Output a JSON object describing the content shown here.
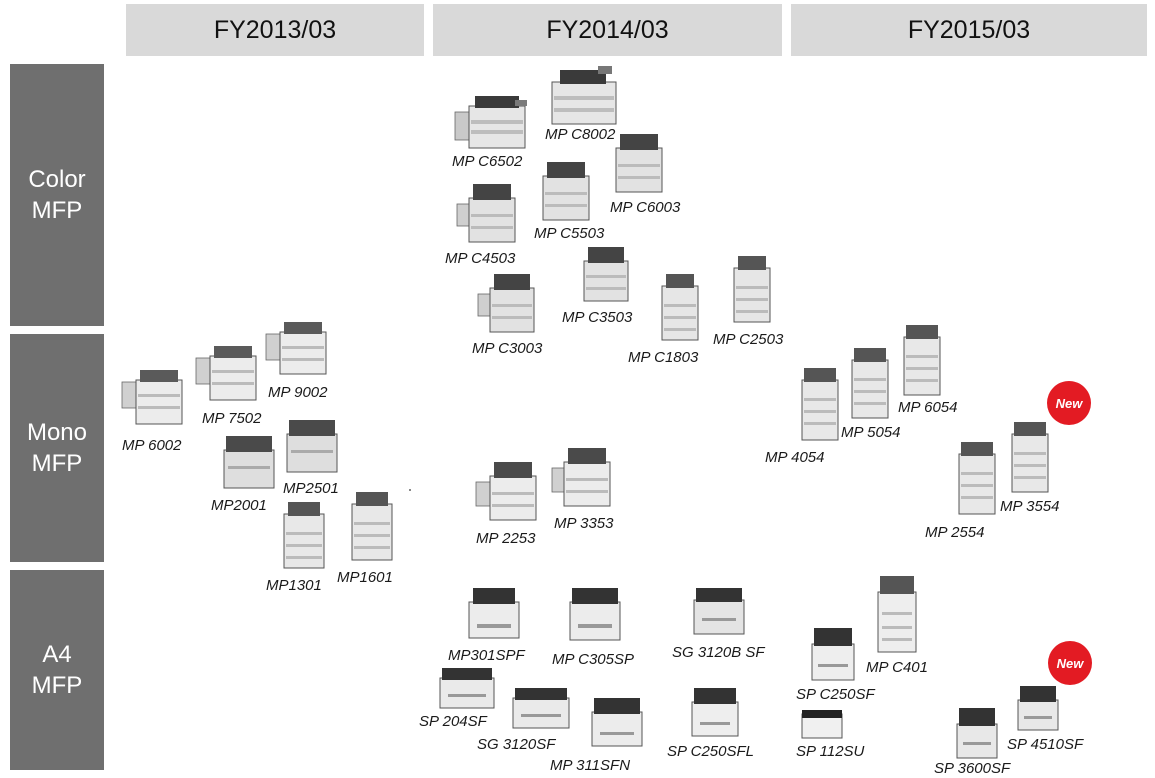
{
  "columns": [
    "FY2013/03",
    "FY2014/03",
    "FY2015/03"
  ],
  "rows": [
    {
      "line1": "Color",
      "line2": "MFP"
    },
    {
      "line1": "Mono",
      "line2": "MFP"
    },
    {
      "line1": "A4",
      "line2": "MFP"
    }
  ],
  "new_badge": "New",
  "products": {
    "mp_c6502": "MP C6502",
    "mp_c8002": "MP C8002",
    "mp_c6003": "MP C6003",
    "mp_c5503": "MP C5503",
    "mp_c4503": "MP C4503",
    "mp_c3503": "MP C3503",
    "mp_c3003": "MP C3003",
    "mp_c1803": "MP C1803",
    "mp_c2503": "MP C2503",
    "mp_9002": "MP 9002",
    "mp_7502": "MP 7502",
    "mp_6002": "MP 6002",
    "mp2001": "MP2001",
    "mp2501": "MP2501",
    "mp1301": "MP1301",
    "mp1601": "MP1601",
    "mp_2253": "MP 2253",
    "mp_3353": "MP 3353",
    "mp_6054": "MP 6054",
    "mp_5054": "MP 5054",
    "mp_4054": "MP 4054",
    "mp_2554": "MP 2554",
    "mp_3554": "MP 3554",
    "mp301spf": "MP301SPF",
    "mp_c305sp": "MP C305SP",
    "sg_3120b_sf": "SG 3120B SF",
    "sp_204sf": "SP 204SF",
    "sg_3120sf": "SG 3120SF",
    "mp_311sfn": "MP 311SFN",
    "sp_c250sfl": "SP C250SFL",
    "sp_c250sf": "SP C250SF",
    "mp_c401": "MP C401",
    "sp_112su": "SP 112SU",
    "sp_3600sf": "SP 3600SF",
    "sp_4510sf": "SP 4510SF"
  },
  "colors": {
    "header_bg": "#d9d9d9",
    "row_bg": "#6f6f6f",
    "badge_red": "#e31b23"
  }
}
